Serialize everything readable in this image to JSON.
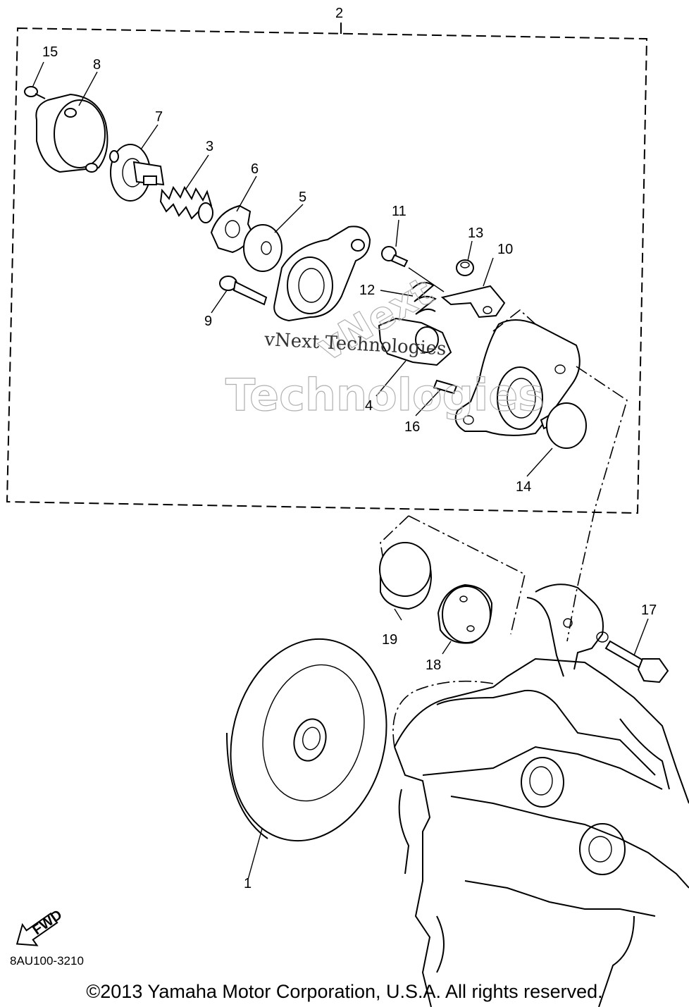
{
  "callouts": {
    "c1": "1",
    "c2": "2",
    "c3": "3",
    "c4": "4",
    "c5": "5",
    "c6": "6",
    "c7": "7",
    "c8": "8",
    "c9": "9",
    "c10": "10",
    "c11": "11",
    "c12": "12",
    "c13": "13",
    "c14": "14",
    "c15": "15",
    "c16": "16",
    "c17": "17",
    "c18": "18",
    "c19": "19"
  },
  "fwd_label": "FWD",
  "watermark": {
    "line1": "vNext",
    "line2": "Technologies",
    "small": "vNext Technologies"
  },
  "diagram_code": "8AU100-3210",
  "copyright": "©2013 Yamaha Motor Corporation, U.S.A. All rights reserved."
}
